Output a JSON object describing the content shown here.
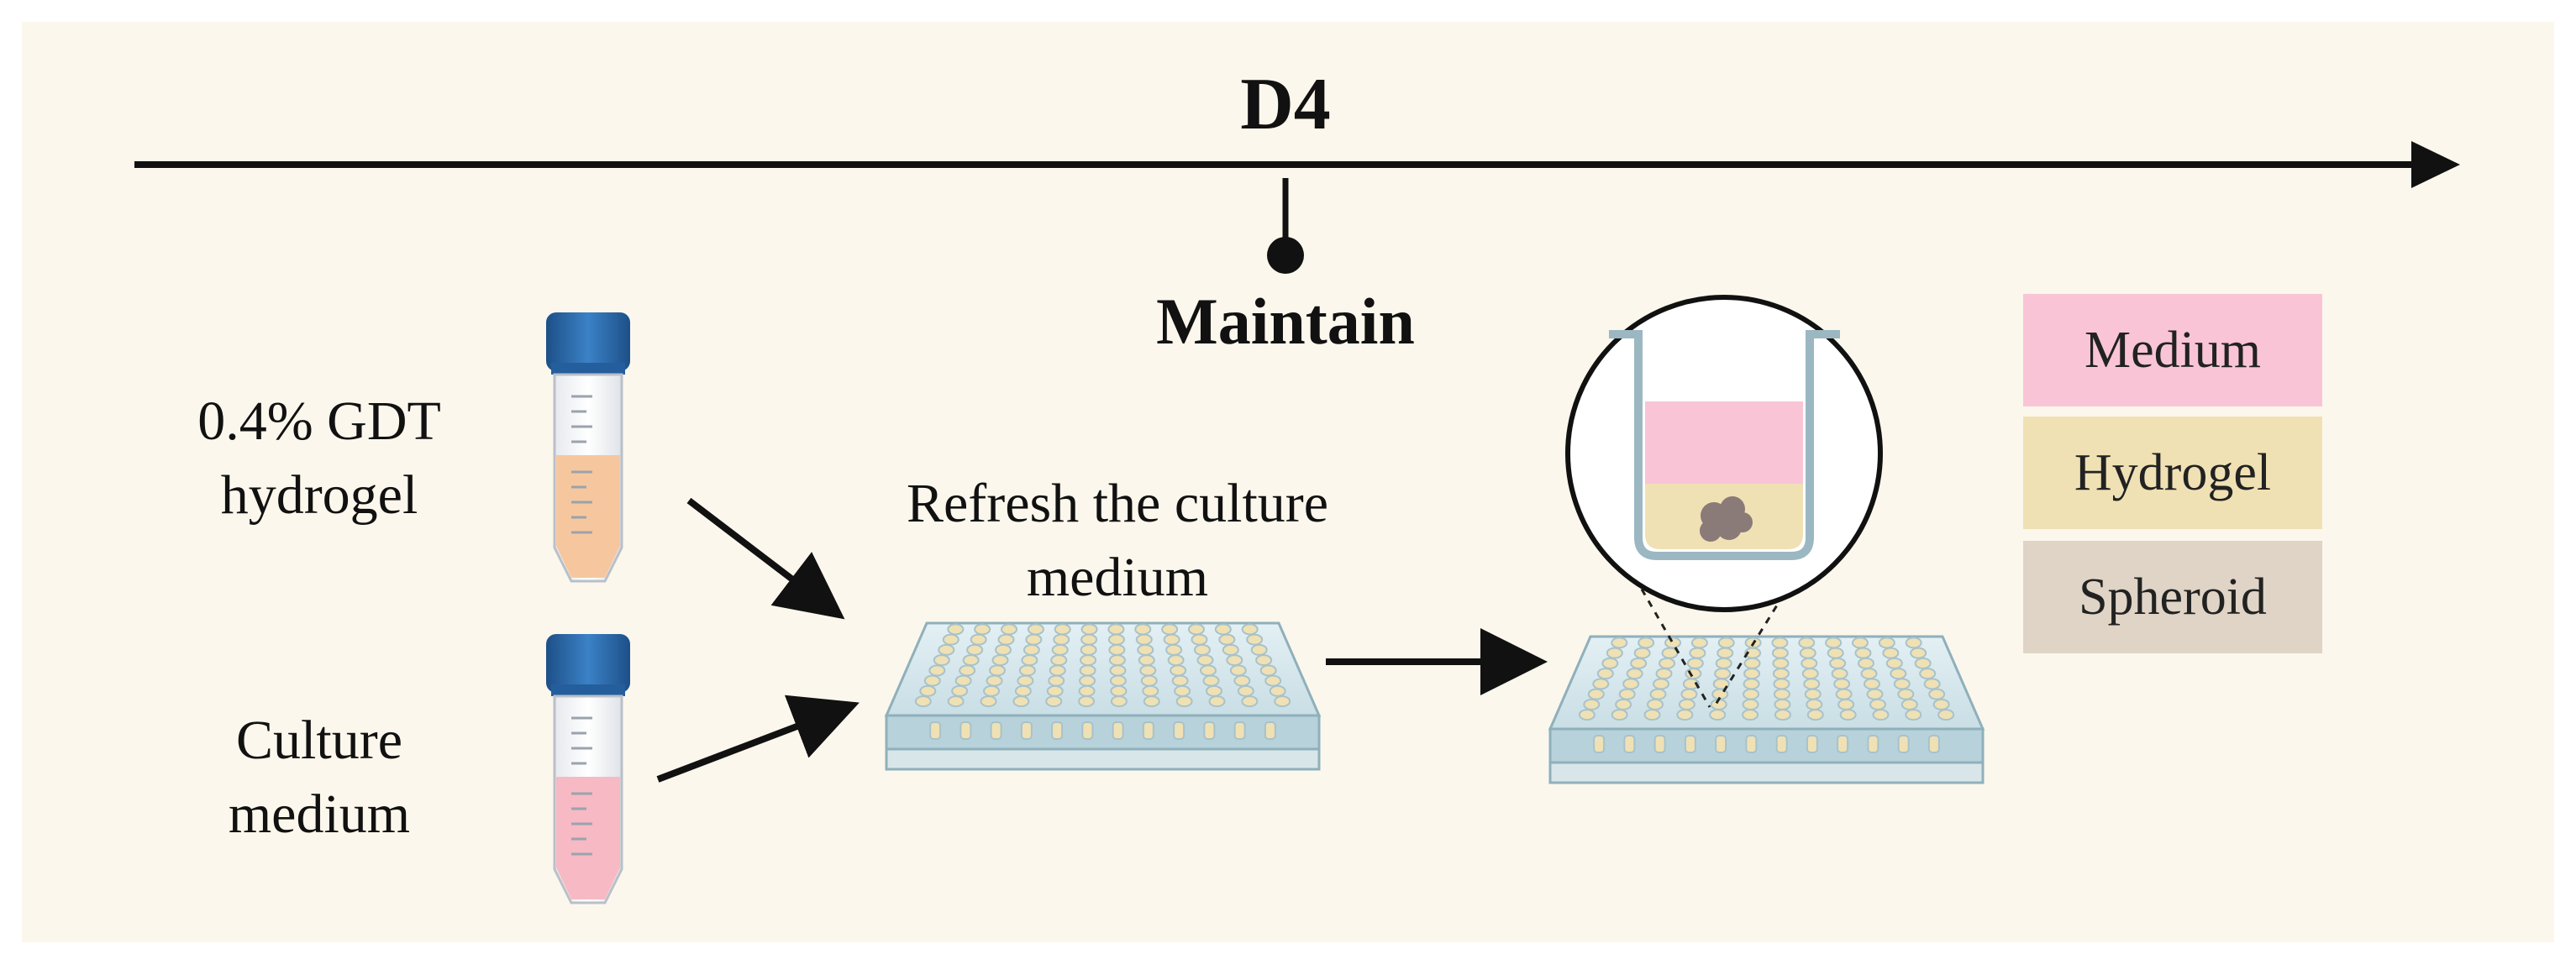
{
  "timeline": {
    "day_label": "D4",
    "stage_label": "Maintain"
  },
  "inputs": {
    "hydrogel_label": "0.4% GDT\nhydrogel",
    "medium_label": "Culture\nmedium"
  },
  "step_label": "Refresh the culture\nmedium",
  "legend": [
    {
      "label": "Medium",
      "color": "#f9c5d6"
    },
    {
      "label": "Hydrogel",
      "color": "#efe1b4"
    },
    {
      "label": "Spheroid",
      "color": "#e0d4c6"
    }
  ],
  "colors": {
    "background": "#fbf7ec",
    "tube_cap": "#2a6db0",
    "hydrogel_fill": "#f7c9a3",
    "medium_fill": "#f7b9c3",
    "plate": "#c7dfe6",
    "spheroid": "#8a7a78"
  },
  "icons": [
    "arrow-icon",
    "conical-tube-icon",
    "well-plate-icon",
    "well-zoom-icon"
  ]
}
